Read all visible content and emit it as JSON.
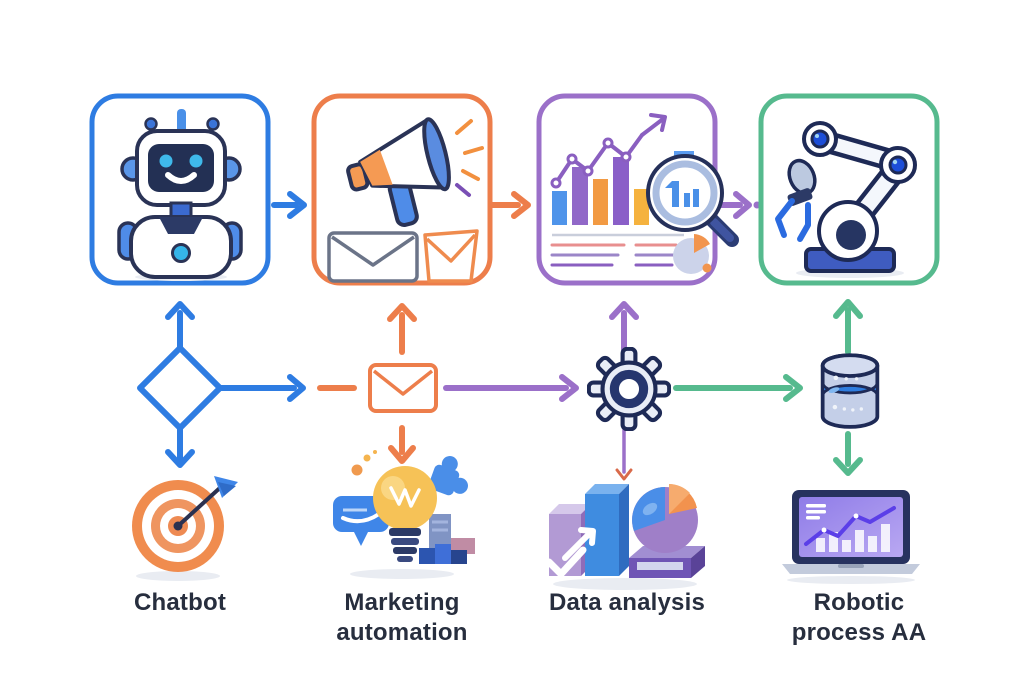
{
  "page": {
    "background": "#ffffff"
  },
  "flow": {
    "connector_colors": {
      "blue": "#2e7ce2",
      "orange": "#ed7e4b",
      "purple": "#9b70c9",
      "green": "#56ba8e",
      "down_arrowhead_accent": "#d96a4a"
    },
    "columns": [
      {
        "id": "chatbot",
        "box_color": "#2e7ce2",
        "box_icon": "robot-chatbot-icon",
        "connector_icon": "decision-diamond-icon",
        "bottom_icon": "target-dart-icon",
        "label_lines": [
          "Chatbot"
        ]
      },
      {
        "id": "marketing-automation",
        "box_color": "#ed7e4b",
        "box_icon": "megaphone-email-icon",
        "connector_icon": "envelope-icon",
        "bottom_icon": "lightbulb-idea-icon",
        "label_lines": [
          "Marketing",
          "automation"
        ]
      },
      {
        "id": "data-analysis",
        "box_color": "#9b70c9",
        "box_icon": "analytics-magnifier-icon",
        "connector_icon": "gear-icon",
        "bottom_icon": "bar-pie-3d-chart-icon",
        "label_lines": [
          "Data analysis"
        ]
      },
      {
        "id": "robotic-process-automation",
        "box_color": "#56ba8e",
        "box_icon": "robotic-arm-icon",
        "connector_icon": "database-icon",
        "bottom_icon": "laptop-chart-icon",
        "label_lines": [
          "Robotic",
          "process AA"
        ]
      }
    ]
  }
}
